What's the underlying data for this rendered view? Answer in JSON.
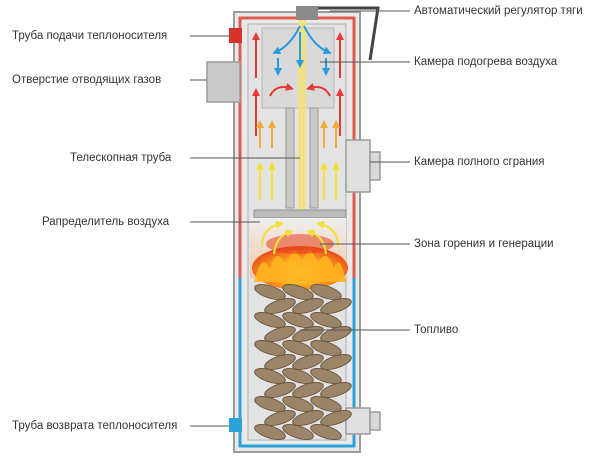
{
  "labels": {
    "regulator": "Автоматический регулятор тяги",
    "supply_pipe": "Труба подачи теплоносителя",
    "air_heating_chamber": "Камера подогрева воздуха",
    "flue_opening": "Отверстие отводящих газов",
    "telescopic_pipe": "Телескопная труба",
    "full_combustion_chamber": "Камера полного сграния",
    "air_distributor": "Рапределитель воздуха",
    "combustion_zone": "Зона горения  и генерации",
    "fuel": "Топливо",
    "return_pipe": "Труба возврата теплоносителя"
  },
  "colors": {
    "water_jacket": "#e05a4f",
    "return_water": "#2aa3d8",
    "supply_pipe": "#d6342b",
    "casing_fill": "#dcdcdc",
    "casing_stroke": "#9a9a9a",
    "flame": "#f39a1e",
    "fuel_logs": "#9b8468",
    "cold_air": "#2b9be0",
    "hot_air": "#e53935",
    "warm_air": "#f2a93b",
    "gas_flow": "#f1e23a"
  },
  "icons": [
    "arrow-up-icon",
    "arrow-down-icon",
    "flame-icon",
    "log-icon"
  ]
}
